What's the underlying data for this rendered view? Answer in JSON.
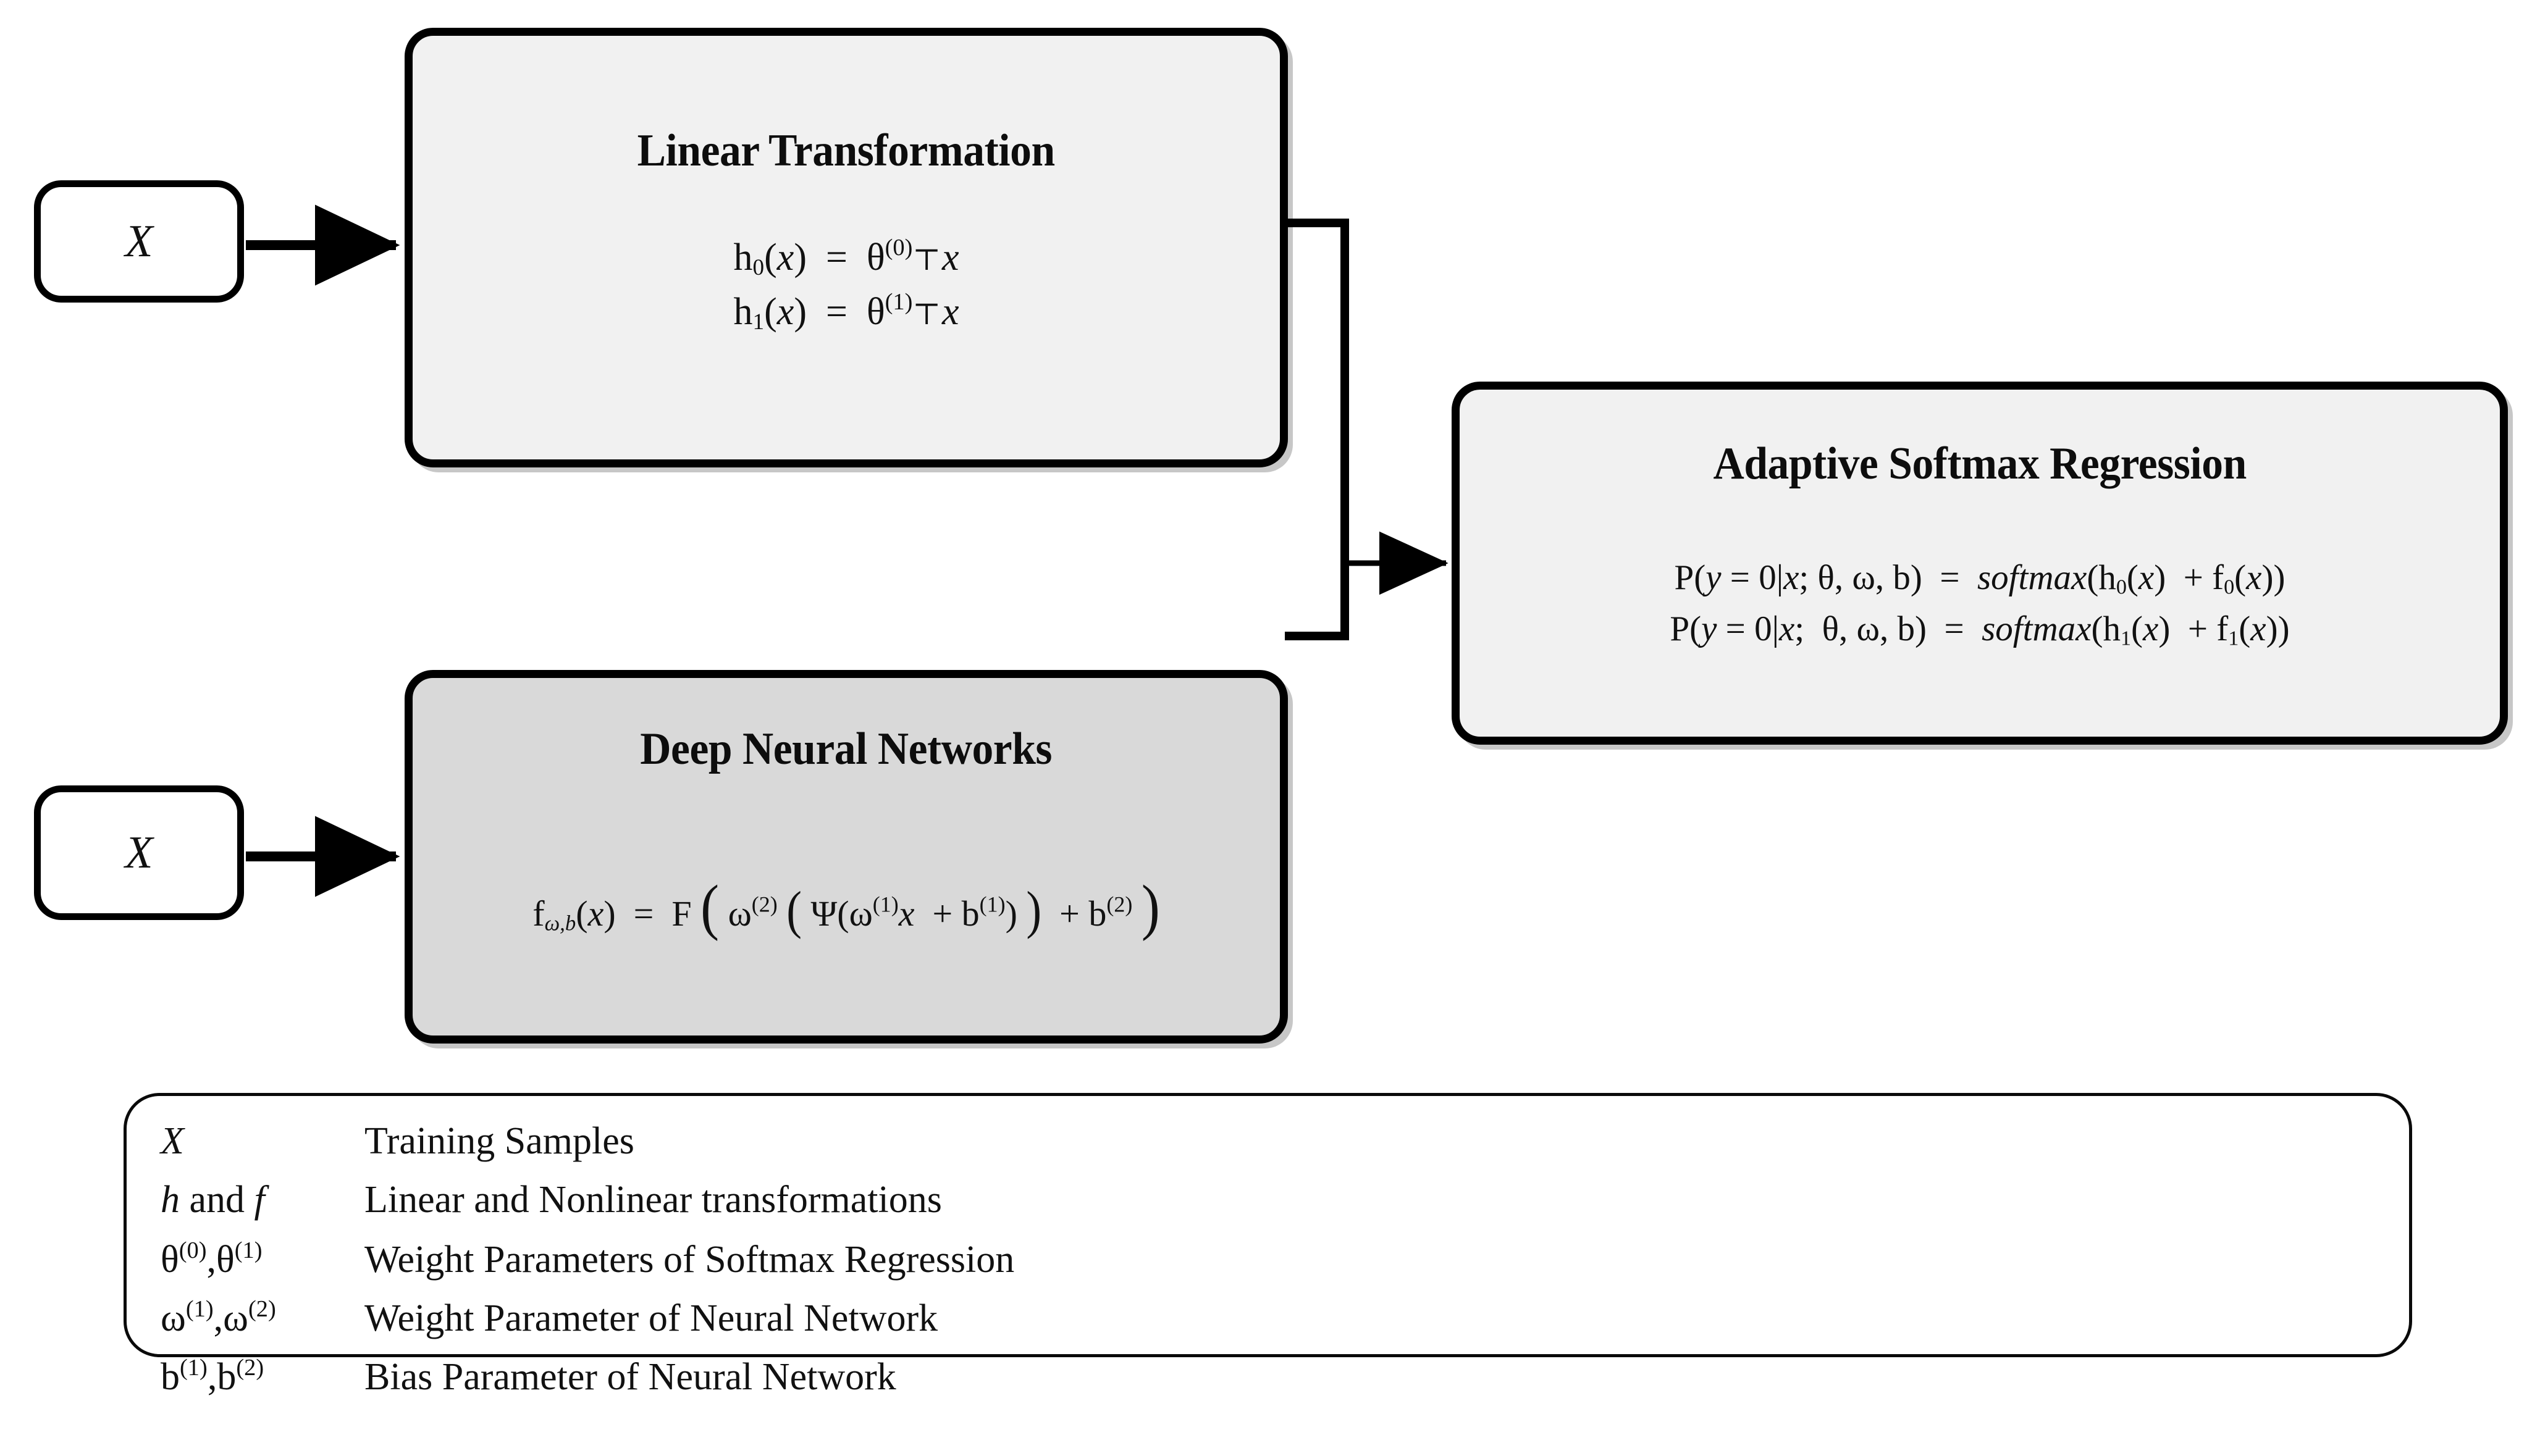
{
  "diagram": {
    "title": "Adaptive Softmax Regression model architecture",
    "background_color": "#ffffff",
    "stroke_color": "#000000",
    "box_fill_light": "#f1f1f1",
    "box_fill_dark": "#d9d9d9"
  },
  "inputs": [
    {
      "label": "X",
      "name": "input-x-top"
    },
    {
      "label": "X",
      "name": "input-x-bottom"
    }
  ],
  "blocks": {
    "linear": {
      "title": "Linear Transformation",
      "fill": "#f1f1f1",
      "equations": [
        {
          "lhs": "h",
          "lhs_sub": "0",
          "lhs_arg": "(x)",
          "rhs_base": "θ",
          "rhs_sup": "(0)",
          "transpose": "⊤",
          "rhs_var": "x",
          "plain": "h₀(x) = θ⁽⁰⁾⊤ x"
        },
        {
          "lhs": "h",
          "lhs_sub": "1",
          "lhs_arg": "(x)",
          "rhs_base": "θ",
          "rhs_sup": "(1)",
          "transpose": "⊤",
          "rhs_var": "x",
          "plain": "h₁(x) = θ⁽¹⁾⊤ x"
        }
      ]
    },
    "dnn": {
      "title": "Deep Neural Networks",
      "fill": "#d9d9d9",
      "equations": [
        {
          "plain": "fω,b(x) = F( ω⁽²⁾ ( Ψ( ω⁽¹⁾x + b⁽¹⁾ ) ) + b⁽²⁾ )"
        }
      ]
    },
    "softmax": {
      "title": "Adaptive Softmax Regression",
      "fill": "#f1f1f1",
      "equations": [
        {
          "plain": "P(y = 0|x; θ, ω, b) = softmax(h₀(x) + f₀(x))"
        },
        {
          "plain": "P(y = 0|x;  θ, ω, b) = softmax(h₁(x) + f₁(x))"
        }
      ]
    }
  },
  "legend": {
    "rows": [
      {
        "symbol": "X",
        "description": "Training Samples"
      },
      {
        "symbol": "h and f",
        "description": "Linear and Nonlinear transformations"
      },
      {
        "symbol": "θ(0), θ(1)",
        "description": "Weight Parameters of Softmax  Regression"
      },
      {
        "symbol": "ω(1), ω(2)",
        "description": "Weight Parameter of Neural Network"
      },
      {
        "symbol": "b(1), b(2)",
        "description": "Bias Parameter of Neural Network"
      }
    ]
  },
  "connectors": [
    {
      "name": "x-top-to-linear",
      "from": "input-x-top",
      "to": "linear-box",
      "style": "arrow-right"
    },
    {
      "name": "x-bottom-to-dnn",
      "from": "input-x-bottom",
      "to": "dnn-box",
      "style": "arrow-right"
    },
    {
      "name": "linear-to-bus",
      "from": "linear-box",
      "to": "merge-bus",
      "style": "line"
    },
    {
      "name": "dnn-to-bus",
      "from": "dnn-box",
      "to": "merge-bus",
      "style": "line"
    },
    {
      "name": "bus-to-softmax",
      "from": "merge-bus",
      "to": "softmax-box",
      "style": "arrow-right"
    }
  ]
}
